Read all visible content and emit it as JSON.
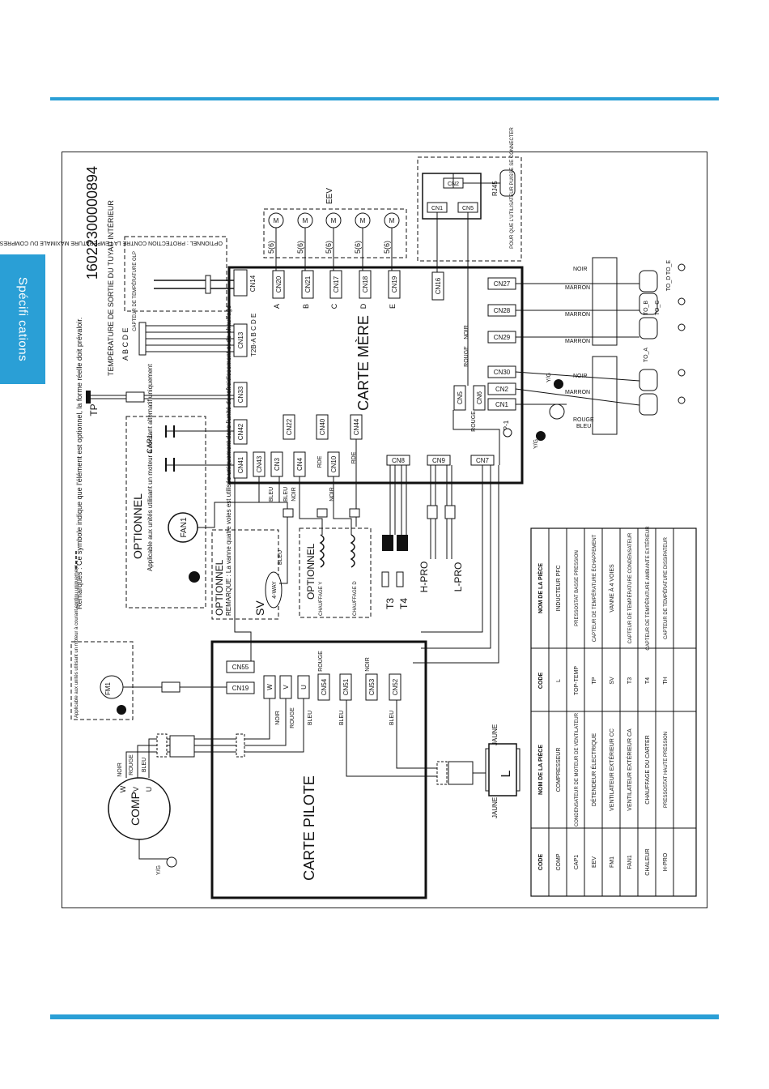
{
  "header": {
    "side_tab": "Spécifi cations"
  },
  "diagram": {
    "part_number": "16022300000894",
    "main_board": "CARTE MÈRE",
    "driver_board": "CARTE PILOTE",
    "remarks": "Remarques :\nCe symbole indique que\nl'élément est optionnel, la forme\nréelle doit prévaloir.",
    "optional_fan": "OPTIONNEL",
    "optional_fan_note": "Applicable aux unités utilisant\nun moteur à courant alternatif\nuniquement",
    "optional_sv": "OPTIONNEL",
    "optional_sv_note": "REMARQUE : La vanne\nquatre voies est utilisée\nuniquement dans l'unité\nde refroidissement et de\nchauffage",
    "optional_heat": "OPTIONNEL",
    "heat_y": "CHAUFFAGE Y",
    "heat_d": "CHAUFFAGE D",
    "dc_fan_note": "Applicable aux unités\nutilisant un moteur à courant\ncontinu uniquement",
    "olp_note": "OPTIONNEL :\nPROTECTION CONTRE LA\nTEMPÉRATURE MAXIMALE\nDU COMPRESSEUR",
    "olp_sensor": "CAPTEUR DE\nTEMPÉRATURE OLP",
    "pipe_temp": "TEMPÉRATURE DE\nSORTIE DU TUYAU\nINTÉRIEUR",
    "t2b": "T2B-A B C D E",
    "letters": "A B C D E",
    "eev": "EEV",
    "user_note": "POUR QUE L'UTILISATEUR\nPUISSE SE CONNECTER",
    "rj45": "RJ45",
    "labels": {
      "tp": "TP",
      "cap1": "CAP1",
      "fan1": "FAN1",
      "fm1": "FM1",
      "comp": "COMP",
      "sv": "SV",
      "way": "4-WAY",
      "t3": "T3",
      "t4": "T4",
      "hpro": "H-PRO",
      "lpro": "L-PRO",
      "l": "L",
      "p1": "P-1",
      "yg": "Y/G",
      "w": "W",
      "v": "V",
      "u": "U"
    },
    "wire_colors": {
      "noir": "NOIR",
      "rouge": "ROUGE",
      "bleu": "BLEU",
      "jaune": "JAUNE",
      "marron": "MARRON",
      "rde": "RDE"
    },
    "connectors": {
      "cn14": "CN14",
      "cn13": "CN13",
      "cn33": "CN33",
      "cn42": "CN42",
      "cn41": "CN41",
      "cn43": "CN43",
      "cn3": "CN3",
      "cn22": "CN22",
      "cn4": "CN4",
      "cn40": "CN40",
      "cn10": "CN10",
      "cn44": "CN44",
      "cn8": "CN8",
      "cn9": "CN9",
      "cn7": "CN7",
      "cn20": "CN20",
      "cn21": "CN21",
      "cn17": "CN17",
      "cn18": "CN18",
      "cn19a": "CN19",
      "cn16": "CN16",
      "cn27": "CN27",
      "cn28": "CN28",
      "cn29": "CN29",
      "cn30": "CN30",
      "cn2": "CN2",
      "cn1": "CN1",
      "cn5": "CN5",
      "cn6": "CN6",
      "cn55": "CN55",
      "cn19b": "CN19",
      "cn54": "CN54",
      "cn51": "CN51",
      "cn53": "CN53",
      "cn52": "CN52",
      "cn2b": "CN2",
      "cn1b": "CN1",
      "cn5b": "CN5"
    },
    "terminal_blocks": [
      "TO_A",
      "TO_B",
      "TO_C",
      "TO_D",
      "TO_E"
    ]
  },
  "legend": {
    "headers": [
      "CODE",
      "NOM DE LA PIÈCE",
      "CODE",
      "NOM DE LA PIÈCE"
    ],
    "rows": [
      [
        "COMP",
        "COMPRESSEUR",
        "L",
        "INDUCTEUR PFC"
      ],
      [
        "CAP1",
        "CONDENSATEUR DE MOTEUR DE VENTILATEUR",
        "TOP-TEMP",
        "PRESSOSTAT BASSE PRESSION"
      ],
      [
        "EEV",
        "DÉTENDEUR ÉLECTRIQUE",
        "TP",
        "CAPTEUR DE TEMPÉRATURE ÉCHAPPEMENT"
      ],
      [
        "FM1",
        "VENTILATEUR EXTÉRIEUR CC",
        "SV",
        "VANNE À 4 VOIES"
      ],
      [
        "FAN1",
        "VENTILATEUR EXTÉRIEUR CA",
        "T3",
        "CAPTEUR DE TEMPÉRATURE CONDENSATEUR"
      ],
      [
        "CHALEUR",
        "CHAUFFAGE DU CARTER",
        "T4",
        "CAPTEUR DE TEMPÉRATURE AMBIANTE EXTÉRIEUR"
      ],
      [
        "H-PRO",
        "PRESSOSTAT HAUTE PRESSION",
        "TH",
        "CAPTEUR DE TEMPÉRATURE DISSIPATEUR"
      ]
    ]
  }
}
